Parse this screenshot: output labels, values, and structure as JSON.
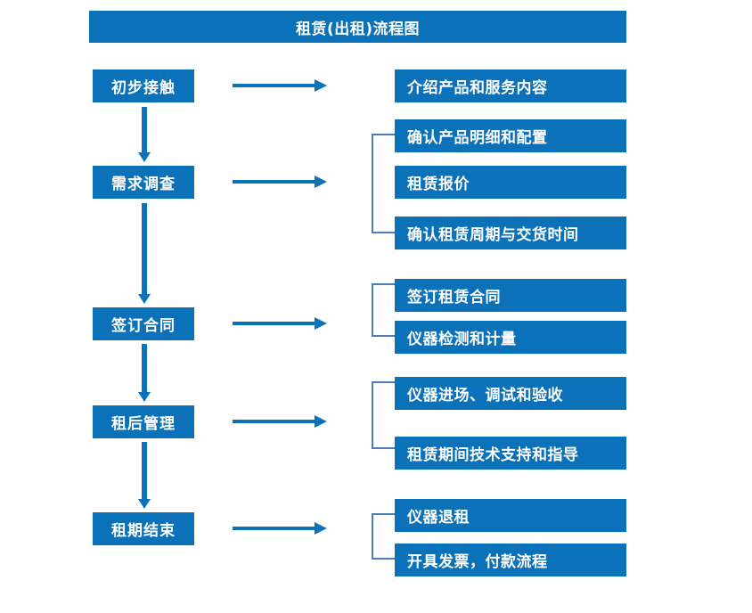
{
  "title": "租赁(出租)流程图",
  "colors": {
    "box_blue": "#0b72ba",
    "arrow_blue": "#0c73bb",
    "bracket_blue": "#4a7ebb",
    "text_white": "#ffffff",
    "background": "#ffffff"
  },
  "stages": [
    {
      "label": "初步接触"
    },
    {
      "label": "需求调查"
    },
    {
      "label": "签订合同"
    },
    {
      "label": "租后管理"
    },
    {
      "label": "租期结束"
    }
  ],
  "details": [
    {
      "label": "介绍产品和服务内容"
    },
    {
      "label": "确认产品明细和配置"
    },
    {
      "label": "租赁报价"
    },
    {
      "label": "确认租赁周期与交货时间"
    },
    {
      "label": "签订租赁合同"
    },
    {
      "label": "仪器检测和计量"
    },
    {
      "label": "仪器进场、调试和验收"
    },
    {
      "label": "租赁期间技术支持和指导"
    },
    {
      "label": "仪器退租"
    },
    {
      "label": "开具发票，付款流程"
    }
  ],
  "chart_data": {
    "type": "diagram",
    "diagram_type": "flowchart",
    "title": "租赁(出租)流程图",
    "orientation": "vertical-with-right-branches",
    "nodes": [
      {
        "id": "s1",
        "text": "初步接触",
        "column": "left",
        "order": 1
      },
      {
        "id": "s2",
        "text": "需求调查",
        "column": "left",
        "order": 2
      },
      {
        "id": "s3",
        "text": "签订合同",
        "column": "left",
        "order": 3
      },
      {
        "id": "s4",
        "text": "租后管理",
        "column": "left",
        "order": 4
      },
      {
        "id": "s5",
        "text": "租期结束",
        "column": "left",
        "order": 5
      },
      {
        "id": "d1",
        "text": "介绍产品和服务内容",
        "column": "right",
        "order": 1
      },
      {
        "id": "d2",
        "text": "确认产品明细和配置",
        "column": "right",
        "order": 2
      },
      {
        "id": "d3",
        "text": "租赁报价",
        "column": "right",
        "order": 3
      },
      {
        "id": "d4",
        "text": "确认租赁周期与交货时间",
        "column": "right",
        "order": 4
      },
      {
        "id": "d5",
        "text": "签订租赁合同",
        "column": "right",
        "order": 5
      },
      {
        "id": "d6",
        "text": "仪器检测和计量",
        "column": "right",
        "order": 6
      },
      {
        "id": "d7",
        "text": "仪器进场、调试和验收",
        "column": "right",
        "order": 7
      },
      {
        "id": "d8",
        "text": "租赁期间技术支持和指导",
        "column": "right",
        "order": 8
      },
      {
        "id": "d9",
        "text": "仪器退租",
        "column": "right",
        "order": 9
      },
      {
        "id": "d10",
        "text": "开具发票，付款流程",
        "column": "right",
        "order": 10
      }
    ],
    "edges": [
      {
        "from": "s1",
        "to": "s2",
        "type": "arrow-down"
      },
      {
        "from": "s2",
        "to": "s3",
        "type": "arrow-down"
      },
      {
        "from": "s3",
        "to": "s4",
        "type": "arrow-down"
      },
      {
        "from": "s4",
        "to": "s5",
        "type": "arrow-down"
      },
      {
        "from": "s1",
        "to": "d1",
        "type": "arrow-right"
      },
      {
        "from": "s2",
        "to": [
          "d2",
          "d3",
          "d4"
        ],
        "type": "arrow-right-bracket"
      },
      {
        "from": "s3",
        "to": [
          "d5",
          "d6"
        ],
        "type": "arrow-right-bracket"
      },
      {
        "from": "s4",
        "to": [
          "d7",
          "d8"
        ],
        "type": "arrow-right-bracket"
      },
      {
        "from": "s5",
        "to": [
          "d9",
          "d10"
        ],
        "type": "arrow-right-bracket"
      }
    ]
  }
}
